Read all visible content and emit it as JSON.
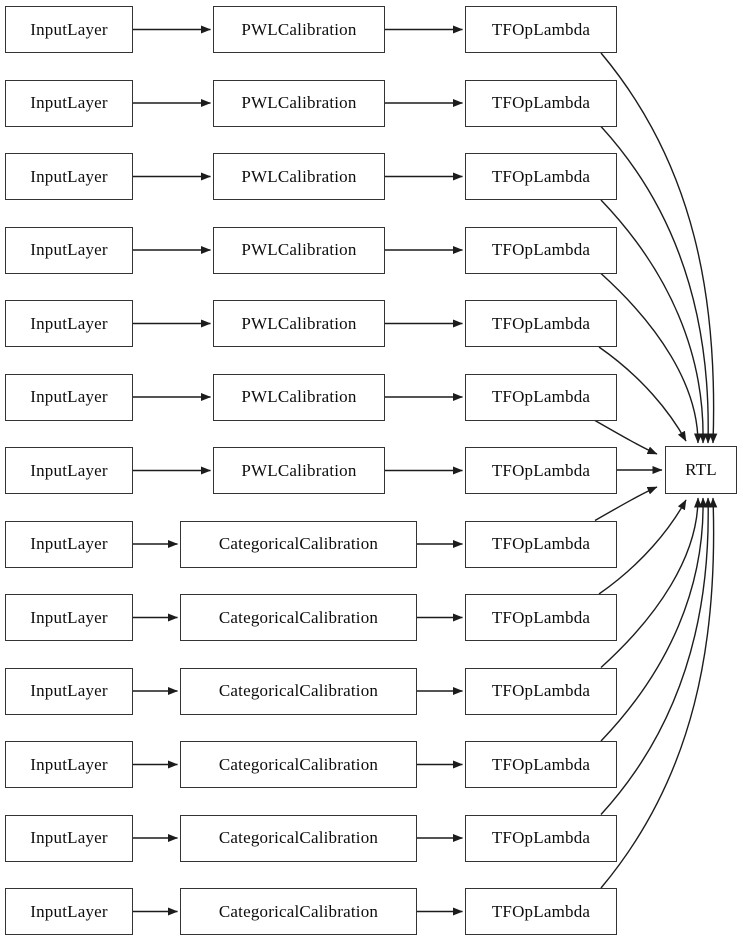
{
  "diagram": {
    "sink_label": "RTL",
    "node_types": {
      "input": "InputLayer",
      "pwl": "PWLCalibration",
      "categorical": "CategoricalCalibration",
      "lambda": "TFOpLambda"
    },
    "rows": [
      {
        "input": "InputLayer",
        "middle": "PWLCalibration",
        "output": "TFOpLambda"
      },
      {
        "input": "InputLayer",
        "middle": "PWLCalibration",
        "output": "TFOpLambda"
      },
      {
        "input": "InputLayer",
        "middle": "PWLCalibration",
        "output": "TFOpLambda"
      },
      {
        "input": "InputLayer",
        "middle": "PWLCalibration",
        "output": "TFOpLambda"
      },
      {
        "input": "InputLayer",
        "middle": "PWLCalibration",
        "output": "TFOpLambda"
      },
      {
        "input": "InputLayer",
        "middle": "PWLCalibration",
        "output": "TFOpLambda"
      },
      {
        "input": "InputLayer",
        "middle": "PWLCalibration",
        "output": "TFOpLambda"
      },
      {
        "input": "InputLayer",
        "middle": "CategoricalCalibration",
        "output": "TFOpLambda"
      },
      {
        "input": "InputLayer",
        "middle": "CategoricalCalibration",
        "output": "TFOpLambda"
      },
      {
        "input": "InputLayer",
        "middle": "CategoricalCalibration",
        "output": "TFOpLambda"
      },
      {
        "input": "InputLayer",
        "middle": "CategoricalCalibration",
        "output": "TFOpLambda"
      },
      {
        "input": "InputLayer",
        "middle": "CategoricalCalibration",
        "output": "TFOpLambda"
      },
      {
        "input": "InputLayer",
        "middle": "CategoricalCalibration",
        "output": "TFOpLambda"
      }
    ],
    "colors": {
      "node_border": "#343434",
      "edge_stroke": "#1c1c1c",
      "text": "#0d0d0d",
      "background": "#ffffff"
    }
  }
}
